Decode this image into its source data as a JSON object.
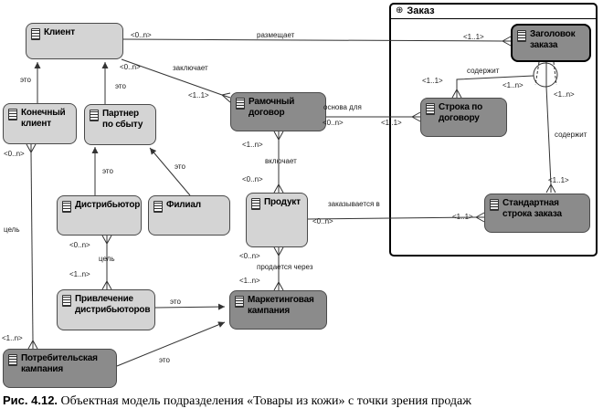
{
  "caption": {
    "label": "Рис. 4.12.",
    "text": "Объектная модель подразделения «Товары из кожи» с точки зрения продаж"
  },
  "frame": {
    "title": "Заказ",
    "icon_glyph": "⊕",
    "icon_name": "package-icon"
  },
  "nodes": {
    "client": "Клиент",
    "end_client": "Конечный клиент",
    "sales_partner": "Партнер по сбыту",
    "distributor": "Дистрибьютор",
    "branch": "Филиал",
    "frame_contract": "Рамочный договор",
    "product": "Продукт",
    "recruitment": "Привлечение дистрибьюторов",
    "marketing": "Маркетинговая кампания",
    "consumer": "Потребительская кампания",
    "order_header": "Заголовок заказа",
    "contract_line": "Строка по договору",
    "std_order_line": "Стандартная строка заказа"
  },
  "edge_labels": {
    "is_a_1": "это",
    "is_a_2": "это",
    "is_a_3": "это",
    "is_a_4": "это",
    "is_a_5": "это",
    "is_a_6": "это",
    "places": "размещает",
    "places_left": "<0..n>",
    "places_right": "<1..1>",
    "concludes": "заключает",
    "concludes_left": "<0..n>",
    "concludes_right": "<1..1>",
    "includes": "включает",
    "includes_top": "<1..n>",
    "includes_bottom": "<0..n>",
    "basis_for": "основа для",
    "basis_left": "<0..n>",
    "basis_right": "<1..1>",
    "contains_a": "содержит",
    "contains_a_box": "<1..1>",
    "contains_a_circle": "<1..n>",
    "contains_b": "содержит",
    "contains_b_circle": "<1..n>",
    "contains_b_box": "<1..1>",
    "ordered_in": "заказывается в",
    "ordered_left": "<0..n>",
    "ordered_right": "<1..1>",
    "sold_via": "продается через",
    "sold_top": "<0..n>",
    "sold_bottom": "<1..n>",
    "goal_a": "цель",
    "goal_a_top": "<0..n>",
    "goal_a_bottom": "<1..n>",
    "goal_b": "цель",
    "goal_b_top": "<0..n>",
    "goal_b_bottom": "<1..n>"
  },
  "colors": {
    "light_node": "#d4d4d4",
    "dark_node": "#8b8b8b",
    "line": "#333333",
    "frame_border": "#000000"
  }
}
